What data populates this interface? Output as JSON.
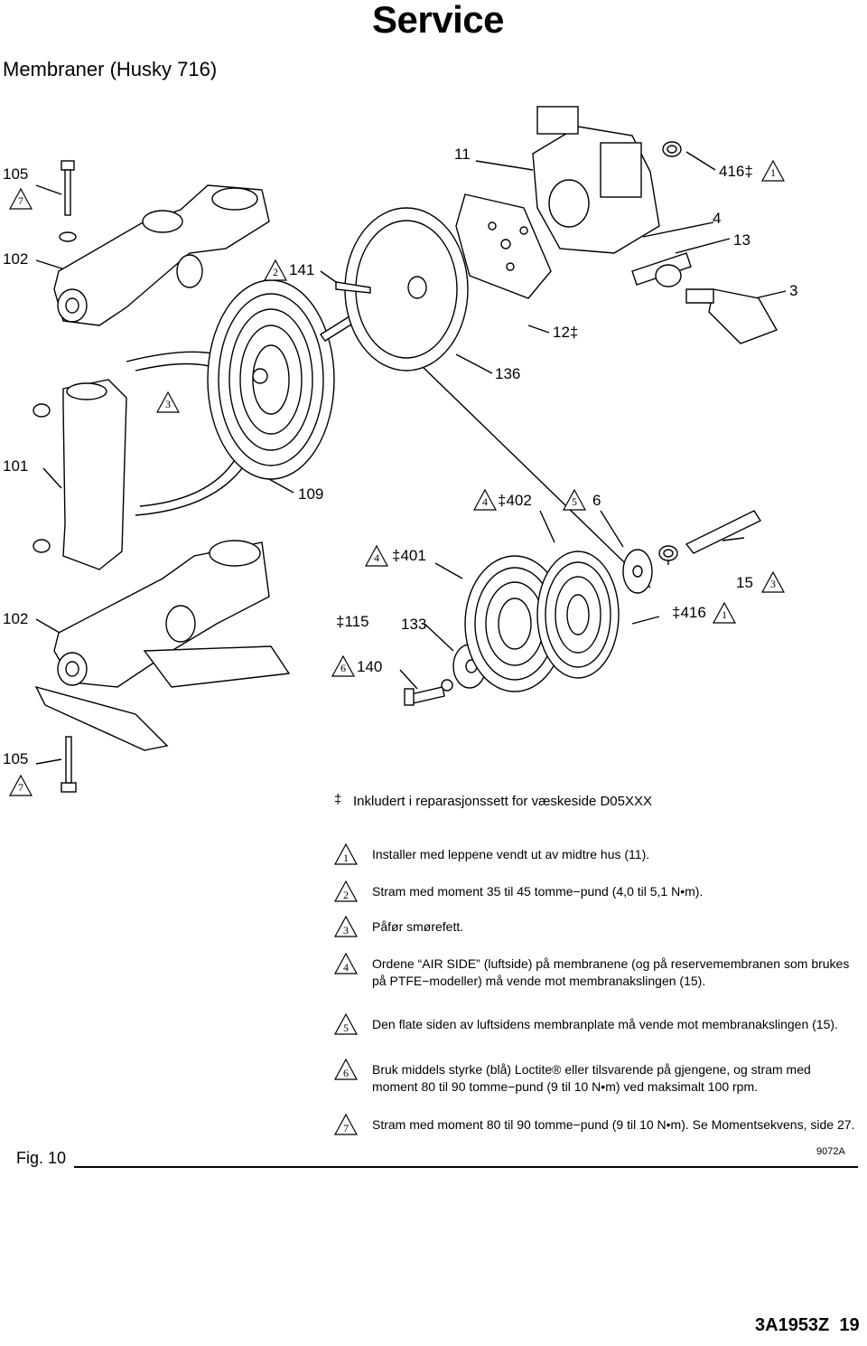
{
  "header": {
    "title": "Service",
    "subtitle": "Membraner (Husky 716)"
  },
  "callouts": {
    "c105a": "105",
    "c102a": "102",
    "c141": "141",
    "c11": "11",
    "c416a": "416‡",
    "c4": "4",
    "c13": "13",
    "c3a": "3",
    "c12": "12‡",
    "c136": "136",
    "c101": "101",
    "c109": "109",
    "c402": "‡402",
    "c6": "6",
    "c401": "‡401",
    "c15": "15",
    "c102b": "102",
    "c115": "‡115",
    "c133": "133",
    "c416b": "‡416",
    "c140": "140",
    "c105b": "105"
  },
  "triangles": {
    "t7a": "7",
    "t1a": "1",
    "t2": "2",
    "t3": "3",
    "t4a": "4",
    "t5": "5",
    "t4b": "4",
    "t3b": "3",
    "t1b": "1",
    "t6": "6",
    "t7b": "7"
  },
  "legend": {
    "symbol": "‡",
    "text": "Inkludert i reparasjonssett for væskeside D05XXX"
  },
  "notes": [
    {
      "num": "1",
      "text": "Installer med leppene vendt ut av midtre hus (11)."
    },
    {
      "num": "2",
      "text": "Stram med moment 35 til 45 tomme−pund (4,0 til 5,1 N•m)."
    },
    {
      "num": "3",
      "text": "Påfør smørefett."
    },
    {
      "num": "4",
      "text": "Ordene “AIR SIDE” (luftside) på membranene (og på reservemembranen som brukes på PTFE−modeller) må vende mot membranakslingen (15)."
    },
    {
      "num": "5",
      "text": "Den flate siden av luftsidens membranplate må vende mot membranakslingen (15)."
    },
    {
      "num": "6",
      "text": "Bruk middels styrke (blå) Loctite® eller tilsvarende på gjengene, og stram med moment 80 til 90 tomme−pund (9 til 10 N•m) ved maksimalt 100 rpm."
    },
    {
      "num": "7",
      "text": "Stram med moment 80 til 90 tomme−pund (9 til 10 N•m). Se Momentsekvens, side 27."
    }
  ],
  "figure": {
    "label": "Fig. 10",
    "code": "9072A"
  },
  "footer": {
    "doc": "3A1953Z",
    "page": "19"
  }
}
